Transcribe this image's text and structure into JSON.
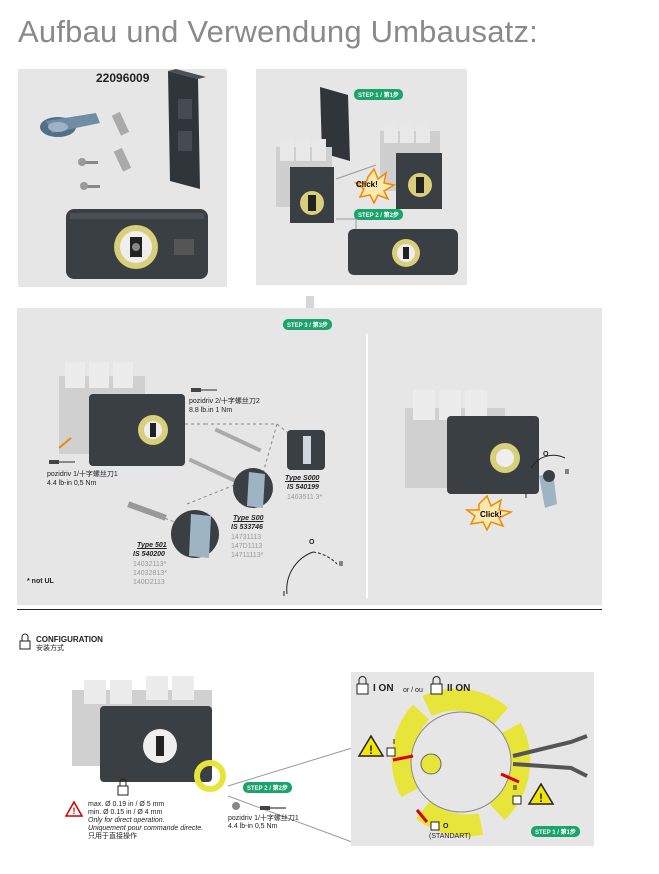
{
  "page": {
    "title": "Aufbau und Verwendung Umbausatz:"
  },
  "panel1": {
    "part_number": "22096009"
  },
  "panel2": {
    "step1": "STEP 1 / 第1步",
    "step2": "STEP 2 / 第2步",
    "click": "Click!"
  },
  "panel3": {
    "step3": "STEP 3 / 第3步",
    "pozidriv2_line1": "pozidriv 2/十字螺丝刀2",
    "pozidriv2_line2": "8.8 lb.in  1 Nm",
    "pozidriv1_line1": "pozidriv 1/十字螺丝刀1",
    "pozidriv1_line2": "4.4 lb-in  0,5 Nm",
    "not_ul": "* not UL",
    "click": "Click!",
    "types": [
      {
        "type": "Type S000",
        "is": "IS 540199",
        "codes": [
          "1463511 3*"
        ]
      },
      {
        "type": "Type S00",
        "is": "IS 533746",
        "codes": [
          "14731113",
          "147D1113",
          "14711113*"
        ]
      },
      {
        "type": "Type 501",
        "is": "IS 540200",
        "codes": [
          "14032113*",
          "14032813*",
          "140D2113"
        ]
      }
    ],
    "dial_labels": {
      "o": "O",
      "i": "I",
      "ii": "II"
    }
  },
  "config": {
    "heading_en": "CONFIGURATION",
    "heading_cn": "安装方式",
    "warn_line1": "max. Ø 0.19 in / Ø 5 mm",
    "warn_line2": "min. Ø 0.15 in / Ø 4 mm",
    "warn_line3": "Only for direct operation.",
    "warn_line4": "Uniquement pour commande directe.",
    "warn_line5": "只用于直接操作",
    "step2": "STEP 2 / 第2步",
    "pozidriv_line1": "pozidriv 1/十字螺丝刀1",
    "pozidriv_line2": "4.4 lb-in  0,5 Nm"
  },
  "lock_panel": {
    "i_on": "I ON",
    "or_ou": "or / ou",
    "ii_on": "II ON",
    "label_i": "I",
    "label_ii": "II",
    "label_o": "O",
    "standart": "(STANDART)",
    "step1": "STEP 1 / 第1步"
  },
  "colors": {
    "title_grey": "#8a8a8a",
    "panel_bg": "#e6e6e6",
    "step_green": "#1aa36b",
    "lock_yellow": "#e8e53a",
    "click_orange": "#f08a00",
    "device_dark": "#3a3f44"
  }
}
